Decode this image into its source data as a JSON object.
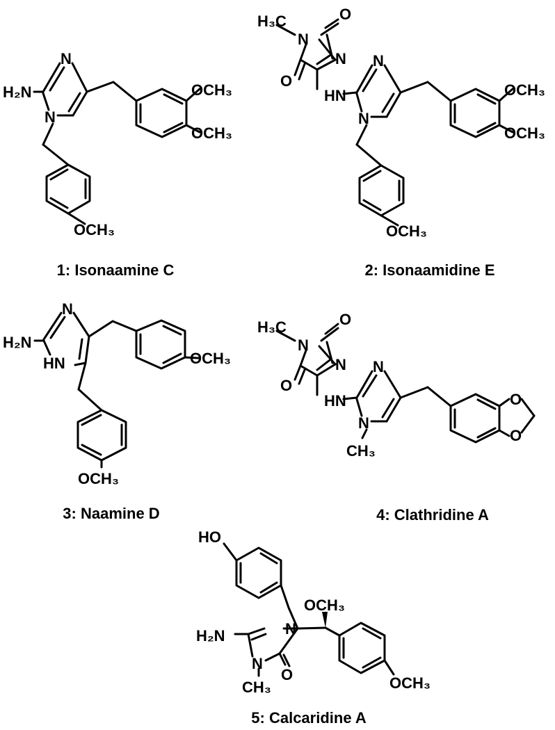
{
  "compounds": [
    {
      "number": "1",
      "name": "Isonaamine C"
    },
    {
      "number": "2",
      "name": "Isonaamidine E"
    },
    {
      "number": "3",
      "name": "Naamine D"
    },
    {
      "number": "4",
      "name": "Clathridine A"
    },
    {
      "number": "5",
      "name": "Calcaridine A"
    }
  ],
  "labels": {
    "h2n": "H₂N",
    "hn": "HN",
    "n": "N",
    "o": "O",
    "ho": "HO",
    "h3c": "H₃C",
    "och3": "OCH₃",
    "ch3": "CH₃"
  }
}
